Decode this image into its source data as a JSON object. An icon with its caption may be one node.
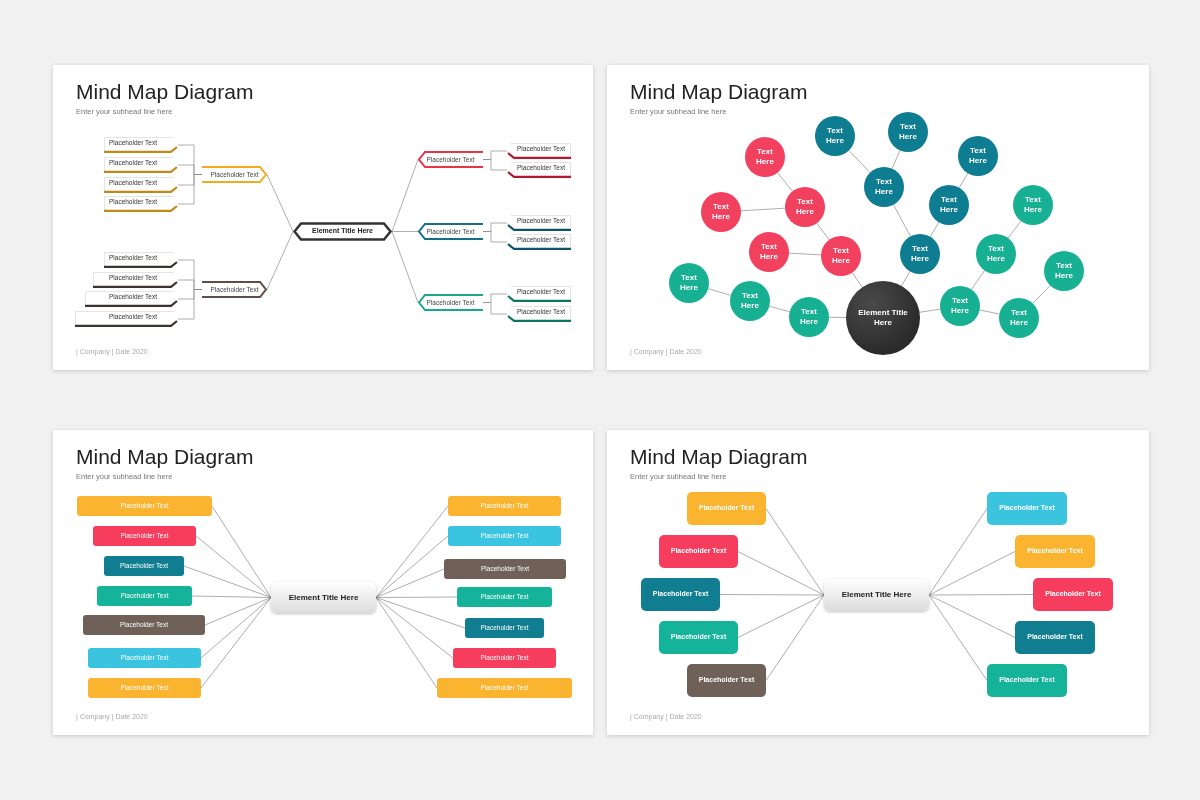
{
  "diagram": {
    "nodes": [
      {
        "text": [
          "Mind Map Diagram",
          "Enter your subhead line here",
          "| Company | Date 2020"
        ]
      },
      {
        "text": [
          "Element Title Here"
        ],
        "in": 0
      },
      {
        "text": [
          "Placeholder Text"
        ],
        "in": 0
      },
      {
        "text": [
          "Placeholder Text"
        ],
        "in": 0
      },
      {
        "text": [
          "Placeholder Text"
        ],
        "in": 0
      },
      {
        "text": [
          "Placeholder Text"
        ],
        "in": 0
      },
      {
        "text": [
          "Placeholder Text"
        ],
        "in": 0
      },
      {
        "text": [
          "Placeholder Text"
        ],
        "in": 0
      },
      {
        "text": [
          "Placeholder Text"
        ],
        "in": 0
      },
      {
        "text": [
          "Placeholder Text"
        ],
        "in": 0
      },
      {
        "text": [
          "Placeholder Text"
        ],
        "in": 0
      },
      {
        "text": [
          "Placeholder Text"
        ],
        "in": 0
      },
      {
        "text": [
          "Placeholder Text"
        ],
        "in": 0
      },
      {
        "text": [
          "Placeholder Text"
        ],
        "in": 0
      },
      {
        "text": [
          "Placeholder Text"
        ],
        "in": 0
      },
      {
        "text": [
          "Placeholder Text"
        ],
        "in": 0
      },
      {
        "text": [
          "Placeholder Text"
        ],
        "in": 0
      },
      {
        "text": [
          "Placeholder Text"
        ],
        "in": 0
      },
      {
        "text": [
          "Placeholder Text"
        ],
        "in": 0
      },
      {
        "text": [
          "Placeholder Text"
        ],
        "in": 0
      },
      {
        "text": [
          "Placeholder Text"
        ],
        "in": 0
      },
      {
        "text": [
          "Mind Map Diagram",
          "Enter your subhead line here",
          "| Company | Date 2020"
        ]
      },
      {
        "text": [
          "Element Title Here"
        ],
        "in": 21
      },
      {
        "text": [
          "Text Here"
        ],
        "in": 21
      },
      {
        "text": [
          "Text Here"
        ],
        "in": 21
      },
      {
        "text": [
          "Text Here"
        ],
        "in": 21
      },
      {
        "text": [
          "Text Here"
        ],
        "in": 21
      },
      {
        "text": [
          "Text Here"
        ],
        "in": 21
      },
      {
        "text": [
          "Text Here"
        ],
        "in": 21
      },
      {
        "text": [
          "Text Here"
        ],
        "in": 21
      },
      {
        "text": [
          "Text Here"
        ],
        "in": 21
      },
      {
        "text": [
          "Text Here"
        ],
        "in": 21
      },
      {
        "text": [
          "Text Here"
        ],
        "in": 21
      },
      {
        "text": [
          "Text Here"
        ],
        "in": 21
      },
      {
        "text": [
          "Text Here"
        ],
        "in": 21
      },
      {
        "text": [
          "Text Here"
        ],
        "in": 21
      },
      {
        "text": [
          "Text Here"
        ],
        "in": 21
      },
      {
        "text": [
          "Text Here"
        ],
        "in": 21
      },
      {
        "text": [
          "Text Here"
        ],
        "in": 21
      },
      {
        "text": [
          "Text Here"
        ],
        "in": 21
      },
      {
        "text": [
          "Text Here"
        ],
        "in": 21
      },
      {
        "text": [
          "Text Here"
        ],
        "in": 21
      },
      {
        "text": [
          "Mind Map Diagram",
          "Enter your subhead line here",
          "| Company | Date 2020"
        ]
      },
      {
        "text": [
          "Element Title Here"
        ],
        "in": 42
      },
      {
        "text": [
          "Placeholder Text"
        ],
        "in": 42
      },
      {
        "text": [
          "Placeholder Text"
        ],
        "in": 42
      },
      {
        "text": [
          "Placeholder Text"
        ],
        "in": 42
      },
      {
        "text": [
          "Placeholder Text"
        ],
        "in": 42
      },
      {
        "text": [
          "Placeholder Text"
        ],
        "in": 42
      },
      {
        "text": [
          "Placeholder Text"
        ],
        "in": 42
      },
      {
        "text": [
          "Placeholder Text"
        ],
        "in": 42
      },
      {
        "text": [
          "Placeholder Text"
        ],
        "in": 42
      },
      {
        "text": [
          "Placeholder Text"
        ],
        "in": 42
      },
      {
        "text": [
          "Placeholder Text"
        ],
        "in": 42
      },
      {
        "text": [
          "Placeholder Text"
        ],
        "in": 42
      },
      {
        "text": [
          "Placeholder Text"
        ],
        "in": 42
      },
      {
        "text": [
          "Placeholder Text"
        ],
        "in": 42
      },
      {
        "text": [
          "Placeholder Text"
        ],
        "in": 42
      },
      {
        "text": [
          "Mind Map Diagram",
          "Enter your subhead line here",
          "| Company | Date 2020"
        ]
      },
      {
        "text": [
          "Element Title Here"
        ],
        "in": 58
      },
      {
        "text": [
          "Placeholder Text"
        ],
        "in": 58
      },
      {
        "text": [
          "Placeholder Text"
        ],
        "in": 58
      },
      {
        "text": [
          "Placeholder Text"
        ],
        "in": 58
      },
      {
        "text": [
          "Placeholder Text"
        ],
        "in": 58
      },
      {
        "text": [
          "Placeholder Text"
        ],
        "in": 58
      },
      {
        "text": [
          "Placeholder Text"
        ],
        "in": 58
      },
      {
        "text": [
          "Placeholder Text"
        ],
        "in": 58
      },
      {
        "text": [
          "Placeholder Text"
        ],
        "in": 58
      },
      {
        "text": [
          "Placeholder Text"
        ],
        "in": 58
      },
      {
        "text": [
          "Placeholder Text"
        ],
        "in": 58
      }
    ],
    "edges": [
      {
        "from": 1,
        "to": 2,
        "arrow": "none"
      },
      {
        "from": 2,
        "to": 3,
        "arrow": "none"
      },
      {
        "from": 2,
        "to": 4,
        "arrow": "none"
      },
      {
        "from": 2,
        "to": 5,
        "arrow": "none"
      },
      {
        "from": 2,
        "to": 6,
        "arrow": "none"
      },
      {
        "from": 1,
        "to": 7,
        "arrow": "none"
      },
      {
        "from": 7,
        "to": 8,
        "arrow": "none"
      },
      {
        "from": 7,
        "to": 9,
        "arrow": "none"
      },
      {
        "from": 7,
        "to": 10,
        "arrow": "none"
      },
      {
        "from": 7,
        "to": 11,
        "arrow": "none"
      },
      {
        "from": 1,
        "to": 12,
        "arrow": "none"
      },
      {
        "from": 12,
        "to": 13,
        "arrow": "none"
      },
      {
        "from": 12,
        "to": 14,
        "arrow": "none"
      },
      {
        "from": 1,
        "to": 15,
        "arrow": "none"
      },
      {
        "from": 15,
        "to": 16,
        "arrow": "none"
      },
      {
        "from": 15,
        "to": 17,
        "arrow": "none"
      },
      {
        "from": 1,
        "to": 18,
        "arrow": "none"
      },
      {
        "from": 18,
        "to": 19,
        "arrow": "none"
      },
      {
        "from": 18,
        "to": 20,
        "arrow": "none"
      },
      {
        "from": 22,
        "to": 23,
        "arrow": "none"
      },
      {
        "from": 23,
        "to": 24,
        "arrow": "none"
      },
      {
        "from": 24,
        "to": 25,
        "arrow": "none"
      },
      {
        "from": 24,
        "to": 26,
        "arrow": "none"
      },
      {
        "from": 23,
        "to": 27,
        "arrow": "none"
      },
      {
        "from": 22,
        "to": 28,
        "arrow": "none"
      },
      {
        "from": 28,
        "to": 29,
        "arrow": "none"
      },
      {
        "from": 29,
        "to": 30,
        "arrow": "none"
      },
      {
        "from": 29,
        "to": 31,
        "arrow": "none"
      },
      {
        "from": 28,
        "to": 32,
        "arrow": "none"
      },
      {
        "from": 32,
        "to": 33,
        "arrow": "none"
      },
      {
        "from": 22,
        "to": 34,
        "arrow": "none"
      },
      {
        "from": 34,
        "to": 35,
        "arrow": "none"
      },
      {
        "from": 35,
        "to": 36,
        "arrow": "none"
      },
      {
        "from": 22,
        "to": 37,
        "arrow": "none"
      },
      {
        "from": 37,
        "to": 38,
        "arrow": "none"
      },
      {
        "from": 38,
        "to": 39,
        "arrow": "none"
      },
      {
        "from": 37,
        "to": 40,
        "arrow": "none"
      },
      {
        "from": 40,
        "to": 41,
        "arrow": "none"
      },
      {
        "from": 43,
        "to": 44,
        "arrow": "none"
      },
      {
        "from": 43,
        "to": 45,
        "arrow": "none"
      },
      {
        "from": 43,
        "to": 46,
        "arrow": "none"
      },
      {
        "from": 43,
        "to": 47,
        "arrow": "none"
      },
      {
        "from": 43,
        "to": 48,
        "arrow": "none"
      },
      {
        "from": 43,
        "to": 49,
        "arrow": "none"
      },
      {
        "from": 43,
        "to": 50,
        "arrow": "none"
      },
      {
        "from": 43,
        "to": 51,
        "arrow": "none"
      },
      {
        "from": 43,
        "to": 52,
        "arrow": "none"
      },
      {
        "from": 43,
        "to": 53,
        "arrow": "none"
      },
      {
        "from": 43,
        "to": 54,
        "arrow": "none"
      },
      {
        "from": 43,
        "to": 55,
        "arrow": "none"
      },
      {
        "from": 43,
        "to": 56,
        "arrow": "none"
      },
      {
        "from": 43,
        "to": 57,
        "arrow": "none"
      },
      {
        "from": 59,
        "to": 60,
        "arrow": "none"
      },
      {
        "from": 59,
        "to": 61,
        "arrow": "none"
      },
      {
        "from": 59,
        "to": 62,
        "arrow": "none"
      },
      {
        "from": 59,
        "to": 63,
        "arrow": "none"
      },
      {
        "from": 59,
        "to": 64,
        "arrow": "none"
      },
      {
        "from": 59,
        "to": 65,
        "arrow": "none"
      },
      {
        "from": 59,
        "to": 66,
        "arrow": "none"
      },
      {
        "from": 59,
        "to": 67,
        "arrow": "none"
      },
      {
        "from": 59,
        "to": 68,
        "arrow": "none"
      },
      {
        "from": 59,
        "to": 69,
        "arrow": "none"
      }
    ]
  }
}
